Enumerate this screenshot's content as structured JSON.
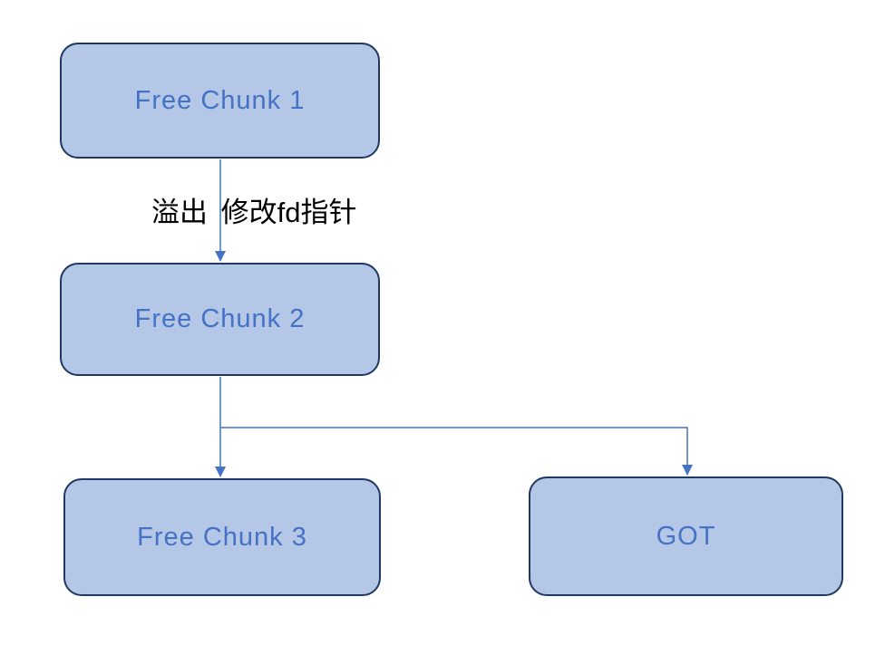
{
  "diagram": {
    "nodes": [
      {
        "label": "Free Chunk 1"
      },
      {
        "label": "Free Chunk 2"
      },
      {
        "label": "Free Chunk 3"
      },
      {
        "label": "GOT"
      }
    ],
    "edge_label": "溢出 修改fd指针",
    "colors": {
      "node_fill": "#b4c7e7",
      "node_border": "#1f3864",
      "node_text": "#4472c4",
      "connector": "#4472c4",
      "edge_label_text": "#000000"
    }
  }
}
